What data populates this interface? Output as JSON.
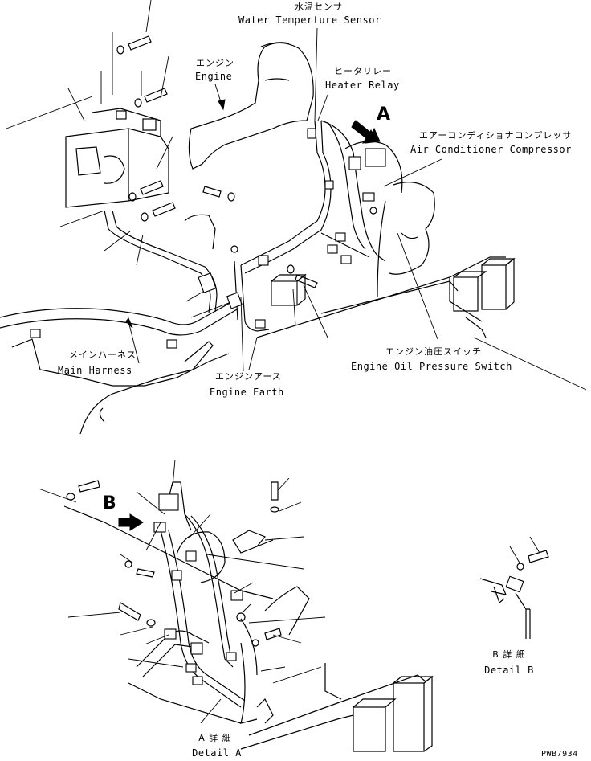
{
  "labels": {
    "water_temp_jp": "水温センサ",
    "water_temp_en": "Water Temperture Sensor",
    "engine_jp": "エンジン",
    "engine_en": "Engine",
    "heater_relay_jp": "ヒータリレー",
    "heater_relay_en": "Heater Relay",
    "view_a": "A",
    "aircon_jp": "エアーコンディショナコンプレッサ",
    "aircon_en": "Air Conditioner Compressor",
    "main_harness_jp": "メインハーネス",
    "main_harness_en": "Main Harness",
    "engine_earth_jp": "エンジンアース",
    "engine_earth_en": "Engine Earth",
    "oil_switch_jp": "エンジン油圧スイッチ",
    "oil_switch_en": "Engine Oil Pressure Switch",
    "view_b": "B",
    "detail_b_jp": "B 詳 細",
    "detail_b_en": "Detail B",
    "detail_a_jp": "A 詳 細",
    "detail_a_en": "Detail A",
    "drawing_no": "PWB7934"
  }
}
